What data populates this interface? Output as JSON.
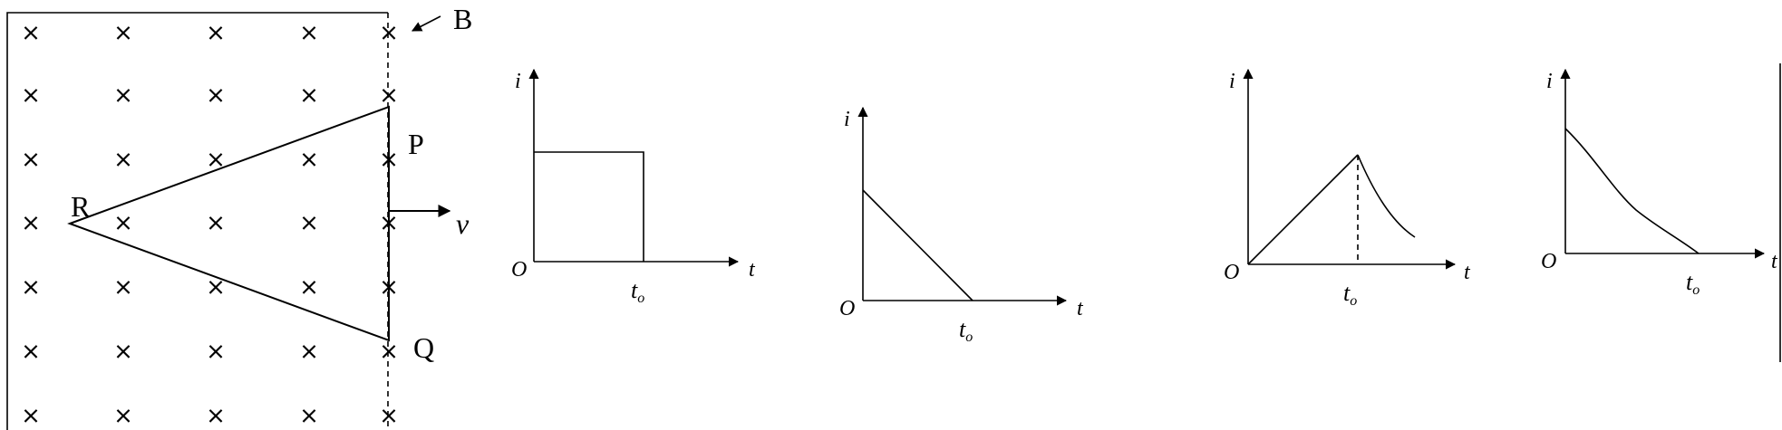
{
  "field_diagram": {
    "field_label": "B",
    "vertex_labels": {
      "p": "P",
      "q": "Q",
      "r": "R"
    },
    "velocity_label": "v",
    "cross_symbol": "×"
  },
  "graphs": [
    {
      "id": "graph-1",
      "y_label": "i",
      "x_label": "t",
      "origin_label": "O",
      "t0_label": "t",
      "t0_sub": "o"
    },
    {
      "id": "graph-2",
      "y_label": "i",
      "x_label": "t",
      "origin_label": "O",
      "t0_label": "t",
      "t0_sub": "o"
    },
    {
      "id": "graph-3",
      "y_label": "i",
      "x_label": "t",
      "origin_label": "O",
      "t0_label": "t",
      "t0_sub": "o"
    },
    {
      "id": "graph-4",
      "y_label": "i",
      "x_label": "t",
      "origin_label": "O",
      "t0_label": "t",
      "t0_sub": "o"
    }
  ]
}
